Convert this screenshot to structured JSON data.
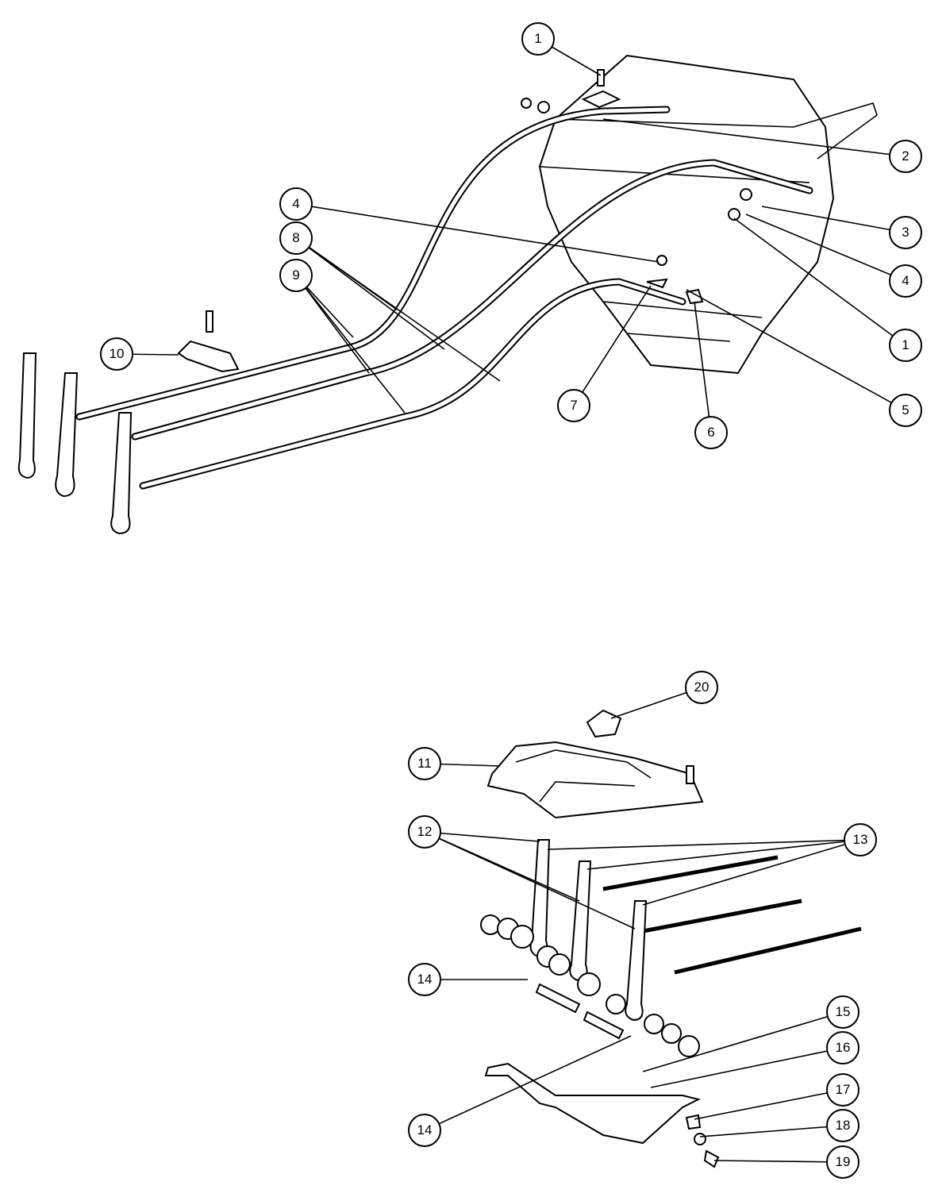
{
  "diagram": {
    "type": "exploded parts diagram",
    "callouts": [
      "1",
      "2",
      "3",
      "4",
      "8",
      "9",
      "4",
      "1",
      "10",
      "7",
      "6",
      "5",
      "20",
      "11",
      "12",
      "13",
      "14",
      "15",
      "16",
      "17",
      "18",
      "19",
      "14"
    ]
  }
}
